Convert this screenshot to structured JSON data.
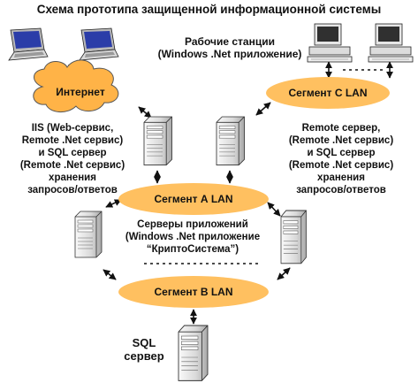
{
  "title": "Схема прототипа защищенной информационной системы",
  "workstations": {
    "line1": "Рабочие станции",
    "line2": "(Windows .Net приложение)"
  },
  "internet": "Интернет",
  "segment_c": "Сегмент С LAN",
  "segment_a": "Сегмент А LAN",
  "segment_b": "Сегмент В LAN",
  "iis": [
    "IIS (Web-сервис,",
    "Remote .Net сервис)",
    "и  SQL  сервер",
    "(Remote .Net сервис)",
    "хранения",
    "запросов/ответов"
  ],
  "remote": [
    "Remote сервер,",
    "(Remote .Net сервис)",
    "и  SQL  сервер",
    "(Remote .Net сервис)",
    "хранения",
    "запросов/ответов"
  ],
  "app_servers": [
    "Серверы приложений",
    "(Windows .Net приложение",
    "“КриптоСистема”)"
  ],
  "sql": [
    "SQL",
    "сервер"
  ],
  "colors": {
    "ellipse": "#FFC060",
    "cloud": "#FFB347",
    "laptop_screen": "#2B3DA8",
    "monitor_screen": "#303030"
  }
}
